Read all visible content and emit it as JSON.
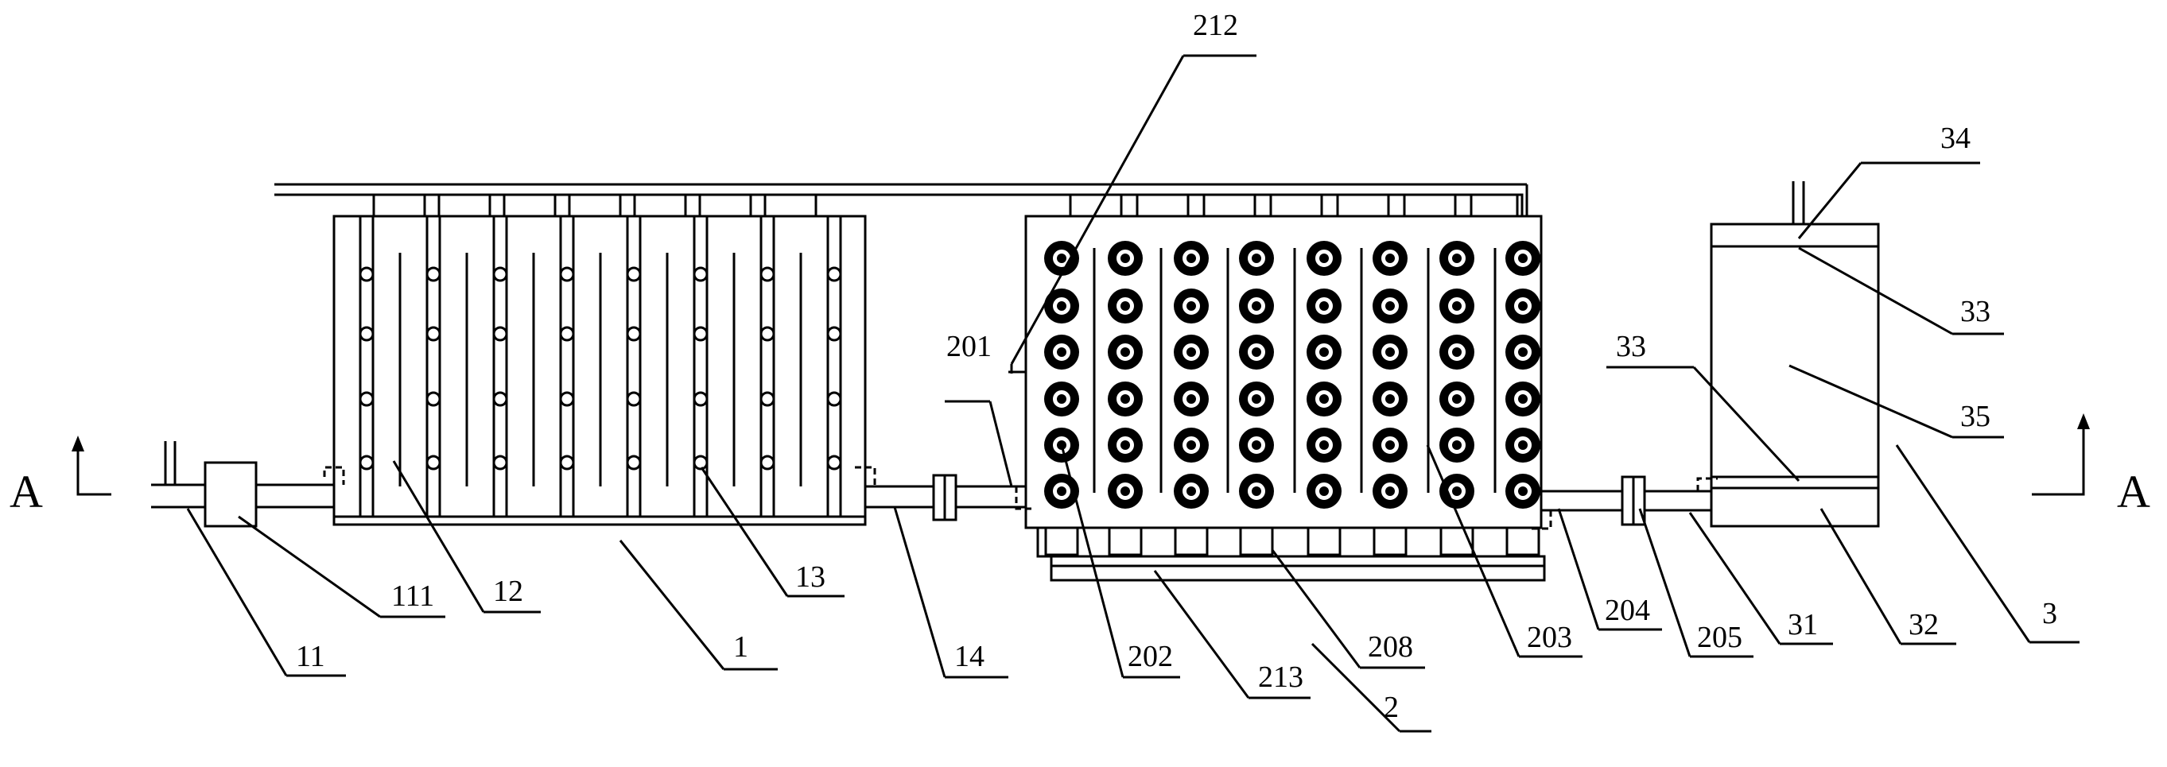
{
  "section": {
    "left_label": "A",
    "right_label": "A"
  },
  "labels": {
    "l212": "212",
    "l201": "201",
    "l34": "34",
    "l33_top": "33",
    "l33_mid": "33",
    "l35": "35",
    "l111": "111",
    "l12": "12",
    "l13": "13",
    "l11": "11",
    "l1": "1",
    "l14": "14",
    "l202": "202",
    "l213": "213",
    "l208": "208",
    "l203": "203",
    "l204": "204",
    "l205": "205",
    "l31": "31",
    "l32": "32",
    "l3": "3",
    "l2": "2"
  },
  "colors": {
    "line": "#000000",
    "background": "#ffffff"
  }
}
